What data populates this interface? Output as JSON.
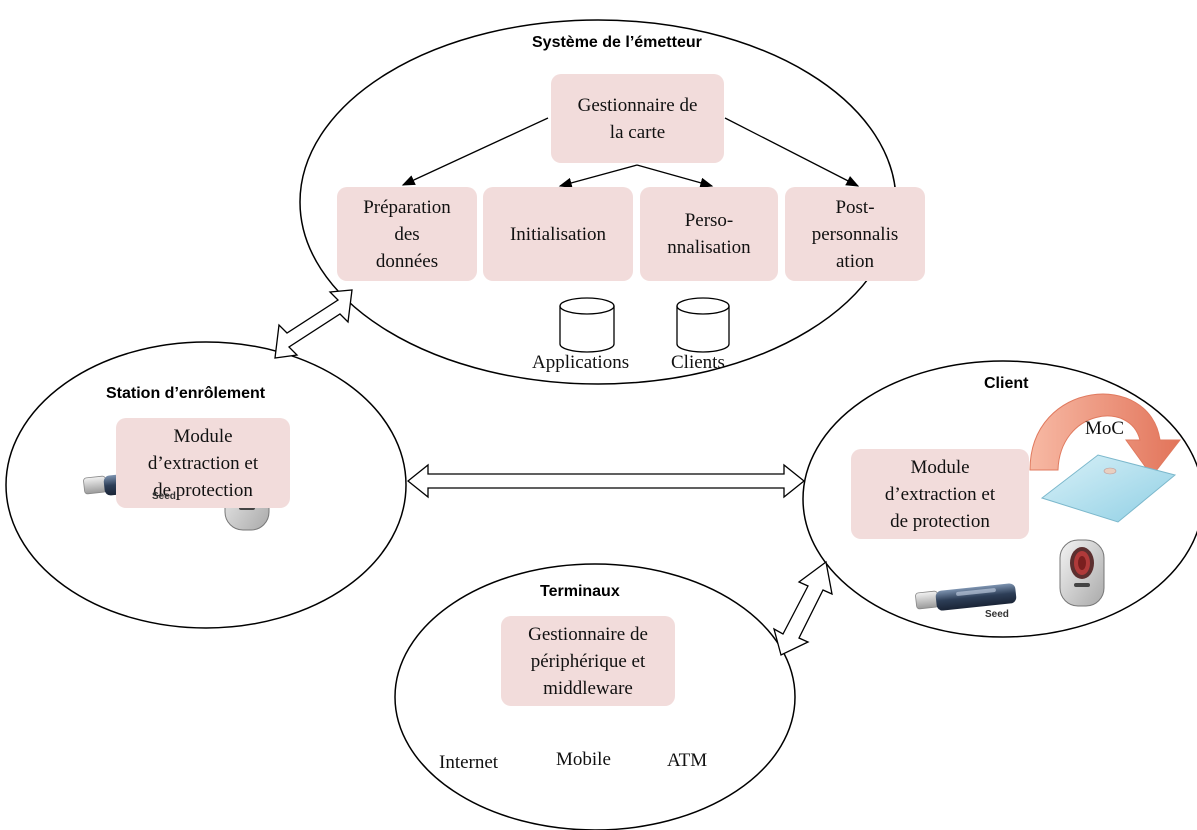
{
  "issuer_system": {
    "title": "Système de l’émetteur",
    "card_manager": "Gestionnaire de\nla carte",
    "steps": [
      {
        "label": "Préparation\ndes\ndonnées"
      },
      {
        "label": "Initialisation"
      },
      {
        "label": "Perso-\nnnalisation"
      },
      {
        "label": "Post-\npersonnalis\nation"
      }
    ],
    "databases": [
      {
        "label": "Applications"
      },
      {
        "label": "Clients"
      }
    ]
  },
  "enrollment_station": {
    "title": "Station d’enrôlement",
    "module": "Module\nd’extraction et\nde protection",
    "usb_label": "Seed"
  },
  "client": {
    "title": "Client",
    "module": "Module\nd’extraction et\nde protection",
    "moc_label": "MoC",
    "usb_label": "Seed"
  },
  "terminals": {
    "title": "Terminaux",
    "manager": "Gestionnaire de\npériphérique et\nmiddleware",
    "items": [
      {
        "label": "Internet"
      },
      {
        "label": "Mobile"
      },
      {
        "label": "ATM"
      }
    ]
  },
  "colors": {
    "box_fill": "#f2dcdb",
    "moc_arrow": "#e6896a",
    "card_fill": "#bfe6f2"
  }
}
